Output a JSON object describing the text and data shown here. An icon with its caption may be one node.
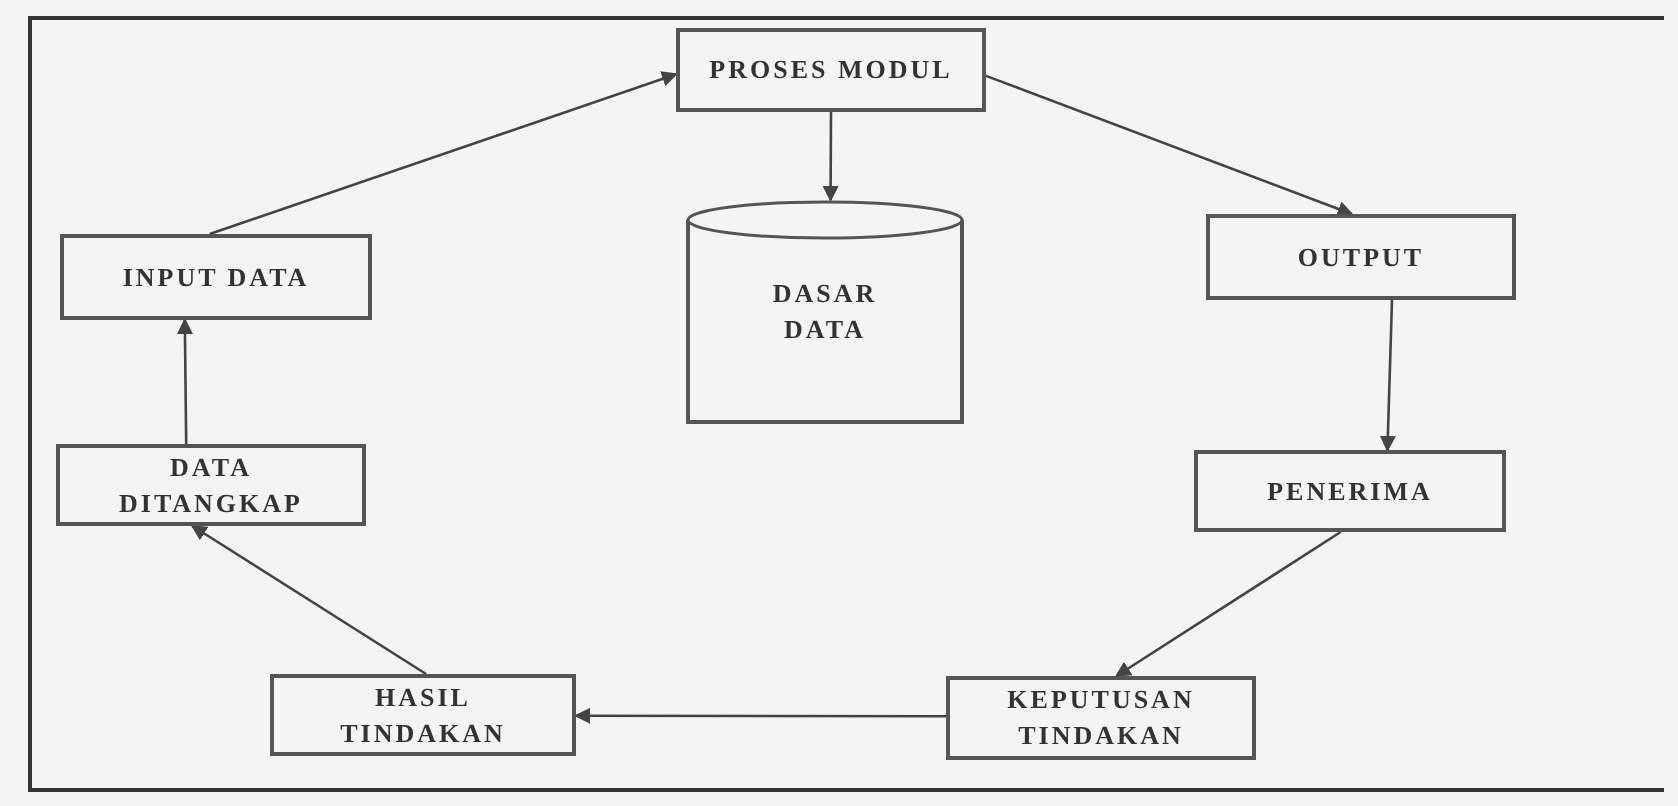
{
  "diagram": {
    "nodes": [
      {
        "text": [
          "PROSES MODUL"
        ]
      },
      {
        "text": [
          "INPUT DATA"
        ]
      },
      {
        "text": [
          "DASAR DATA"
        ]
      },
      {
        "text": [
          "OUTPUT"
        ]
      },
      {
        "text": [
          "DATA DITANGKAP"
        ]
      },
      {
        "text": [
          "PENERIMA"
        ]
      },
      {
        "text": [
          "HASIL TINDAKAN"
        ]
      },
      {
        "text": [
          "KEPUTUSAN TINDAKAN"
        ]
      }
    ],
    "edges": [
      {
        "from": 1,
        "to": 0,
        "arrow": "to"
      },
      {
        "from": 0,
        "to": 2,
        "arrow": "to"
      },
      {
        "from": 0,
        "to": 3,
        "arrow": "to"
      },
      {
        "from": 3,
        "to": 5,
        "arrow": "to"
      },
      {
        "from": 5,
        "to": 7,
        "arrow": "to"
      },
      {
        "from": 7,
        "to": 6,
        "arrow": "to"
      },
      {
        "from": 6,
        "to": 4,
        "arrow": "to"
      },
      {
        "from": 4,
        "to": 1,
        "arrow": "to"
      }
    ]
  }
}
